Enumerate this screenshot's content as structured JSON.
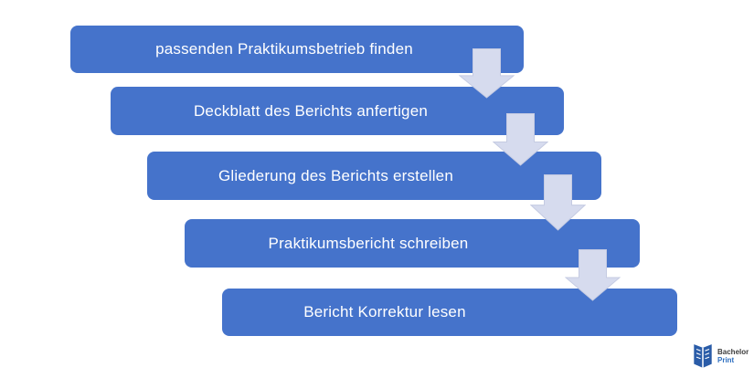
{
  "canvas": {
    "background": "#ffffff"
  },
  "process": {
    "description": "staggered step-down process diagram",
    "box_color": "#4573cb",
    "text_color": "#ffffff",
    "arrow_color": "#d6dbee",
    "arrow_edge_color": "#c5cbe2",
    "steps": [
      {
        "label": "passenden Praktikumsbetrieb finden"
      },
      {
        "label": "Deckblatt des Berichts anfertigen"
      },
      {
        "label": "Gliederung des Berichts erstellen"
      },
      {
        "label": "Praktikumsbericht schreiben"
      },
      {
        "label": "Bericht Korrektur lesen"
      }
    ]
  },
  "logo": {
    "icon": "open-book-icon",
    "icon_color": "#2a5ca8",
    "brand_line1": "Bachelor",
    "brand_line2": "Print",
    "brand_line1_color": "#3d3d3d",
    "brand_line2_color": "#2e6fc0"
  }
}
